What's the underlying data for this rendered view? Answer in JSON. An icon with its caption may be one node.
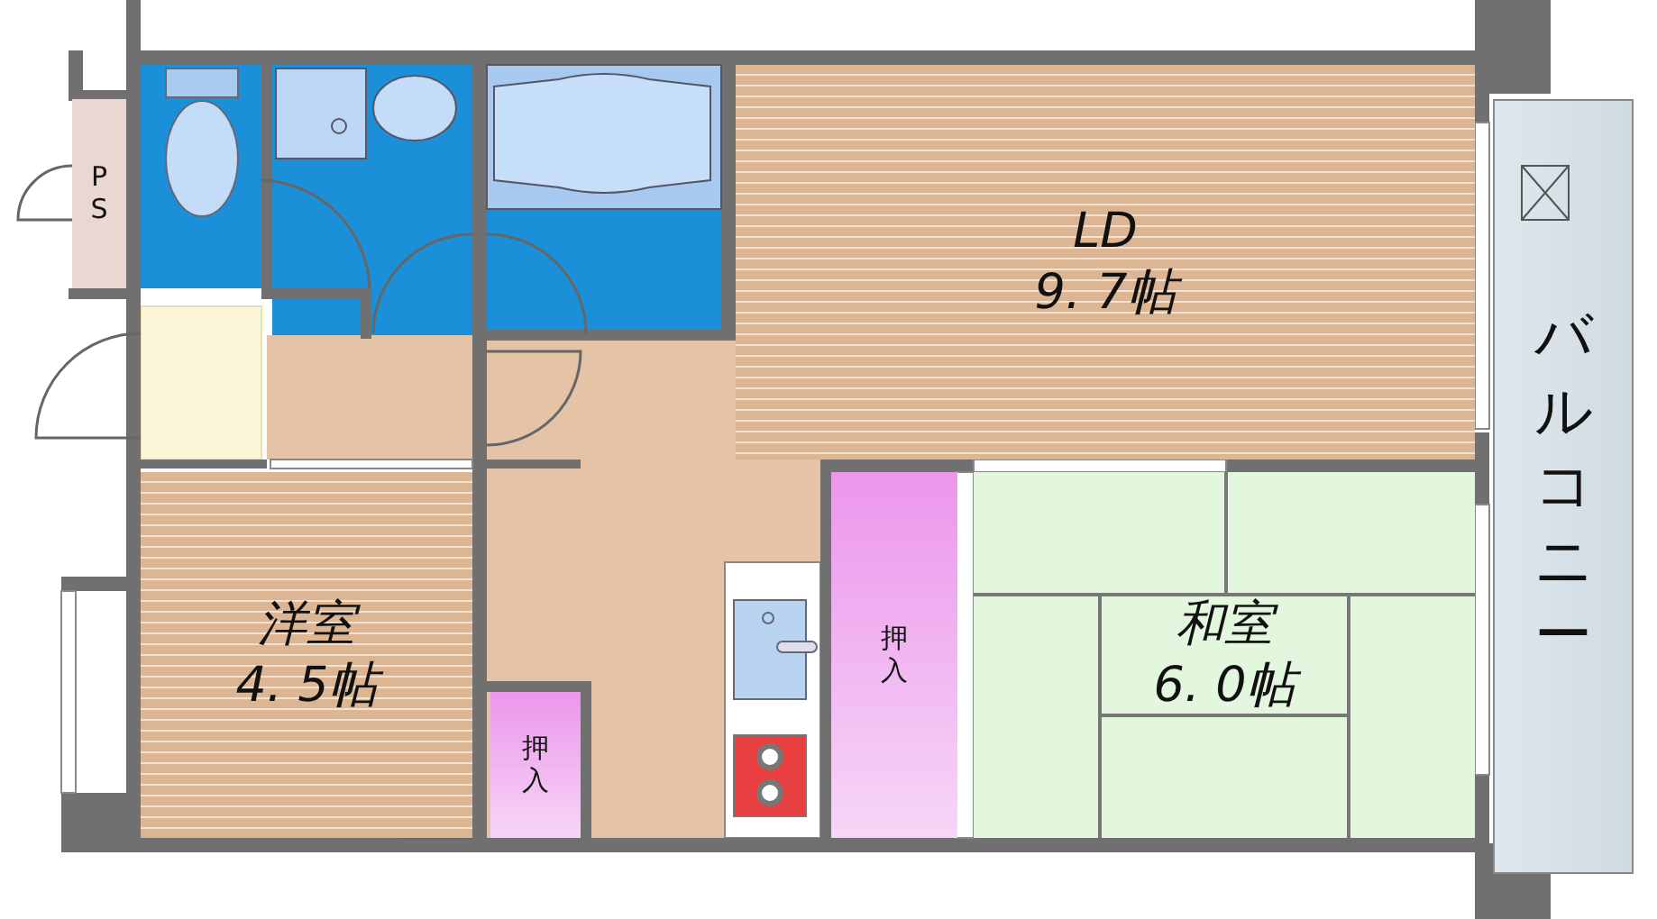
{
  "diagram": {
    "nodes": [
      {
        "text": [
          "PS"
        ]
      },
      {
        "text": [
          "LD",
          "9. 7帖"
        ]
      },
      {
        "text": [
          "バルコニー"
        ]
      },
      {
        "text": [
          "洋室",
          "4. 5帖"
        ]
      },
      {
        "text": [
          "押入"
        ]
      },
      {
        "text": [
          "和室",
          "6. 0帖"
        ]
      },
      {
        "text": [
          "押入"
        ]
      }
    ],
    "edges": []
  }
}
